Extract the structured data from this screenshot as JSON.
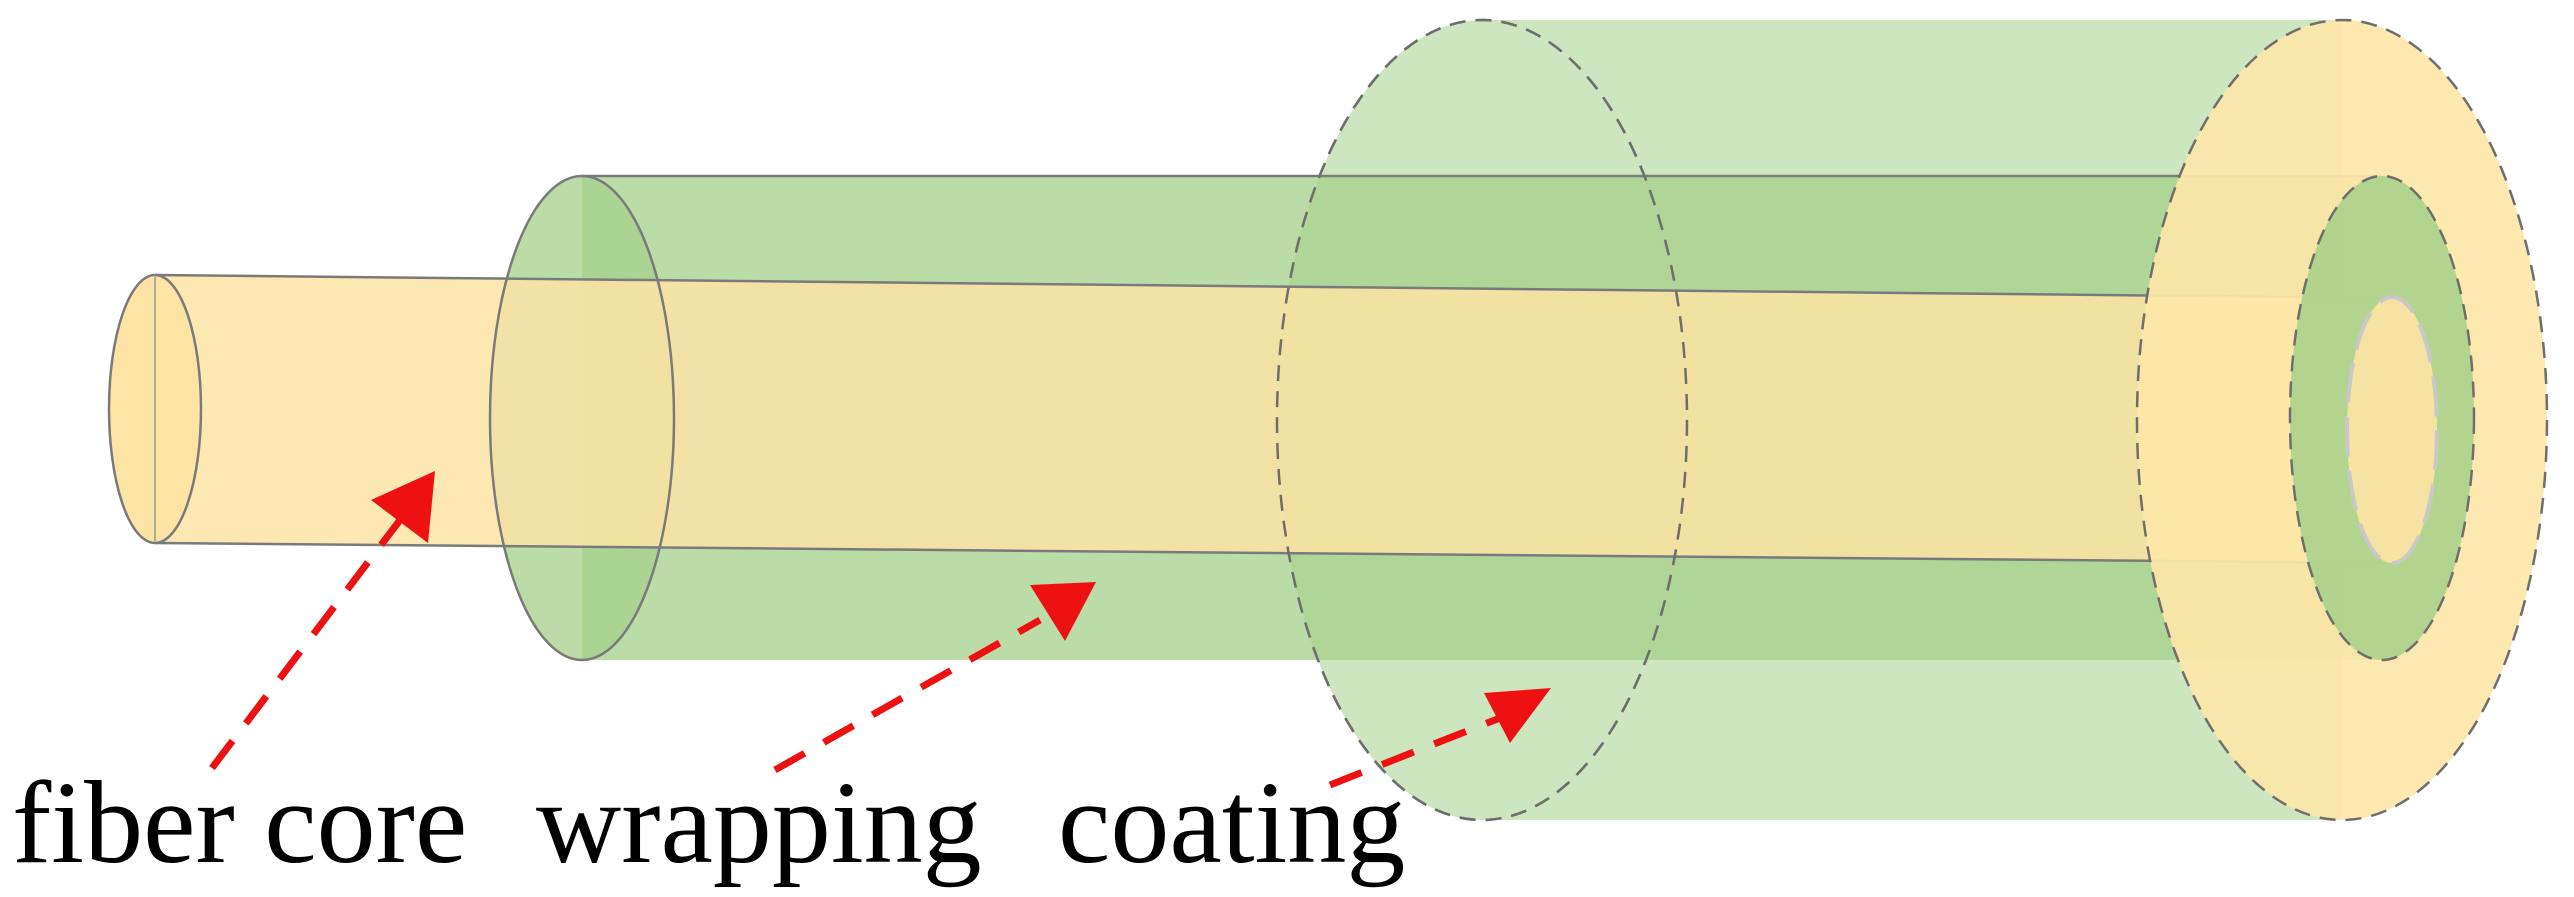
{
  "labels": {
    "fiber_core": "fiber core",
    "wrapping": "wrapping",
    "coating": "coating"
  },
  "colors": {
    "core_fill": "#fde3a4",
    "wrapping_fill": "#a6d08a",
    "coating_fill": "#bcdda9",
    "end_face": "#fde6a8",
    "arrow": "#ee1111"
  }
}
